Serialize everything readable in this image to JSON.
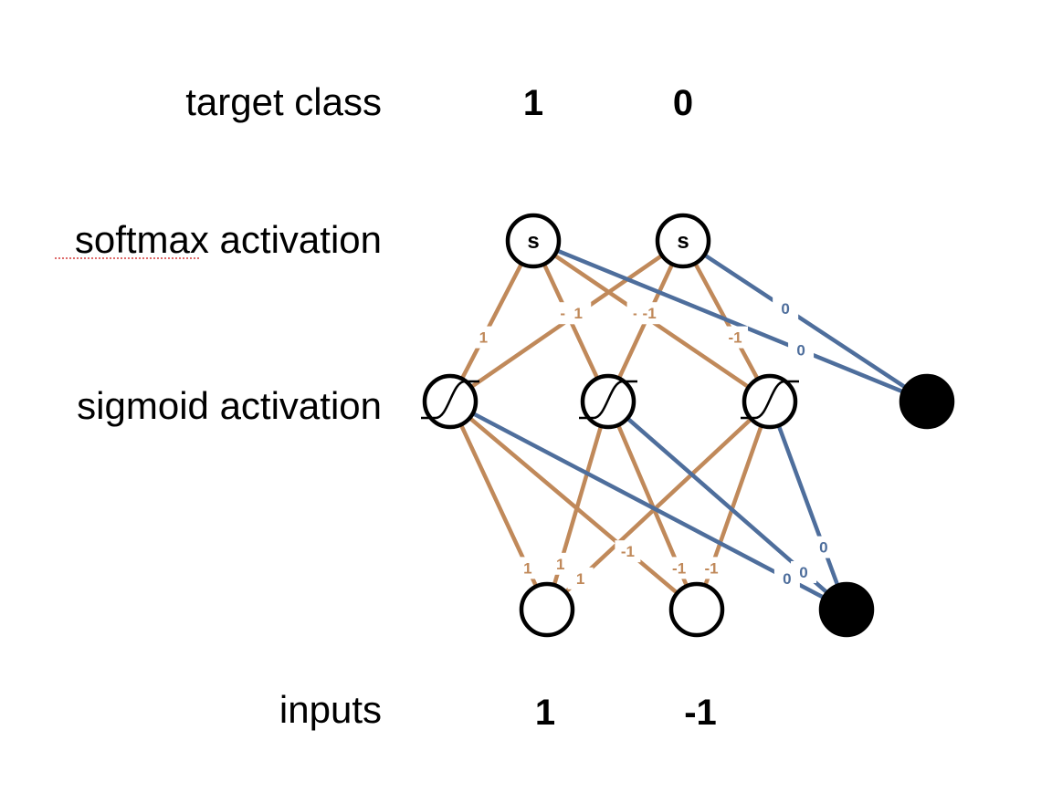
{
  "colors": {
    "weight_edge": "#c0895a",
    "bias_edge": "#4e6e9c",
    "node_stroke": "#000000",
    "node_fill": "#ffffff",
    "bias_node_fill": "#000000"
  },
  "rows": {
    "target": {
      "label": "target class",
      "values": [
        "1",
        "0"
      ]
    },
    "softmax": {
      "label": "softmax activation",
      "node_symbol": "s"
    },
    "sigmoid": {
      "label": "sigmoid activation"
    },
    "inputs": {
      "label": "inputs",
      "values": [
        "1",
        "-1"
      ]
    }
  },
  "hidden_to_output": {
    "weights": [
      {
        "from": "h1",
        "to": "o1",
        "value": "1"
      },
      {
        "from": "h2",
        "to": "o1",
        "value": "-1"
      },
      {
        "from": "h3",
        "to": "o1",
        "value": "-1"
      },
      {
        "from": "h1",
        "to": "o2",
        "value": "1"
      },
      {
        "from": "h2",
        "to": "o2",
        "value": "-1"
      },
      {
        "from": "h3",
        "to": "o2",
        "value": "-1"
      }
    ],
    "biases": [
      {
        "to": "o1",
        "value": "0"
      },
      {
        "to": "o2",
        "value": "0"
      }
    ]
  },
  "input_to_hidden": {
    "weights": [
      {
        "from": "i1",
        "to": "h1",
        "value": "1"
      },
      {
        "from": "i2",
        "to": "h1",
        "value": "-1"
      },
      {
        "from": "i1",
        "to": "h2",
        "value": "1"
      },
      {
        "from": "i2",
        "to": "h2",
        "value": "-1"
      },
      {
        "from": "i1",
        "to": "h3",
        "value": "1"
      },
      {
        "from": "i2",
        "to": "h3",
        "value": "-1"
      }
    ],
    "biases": [
      {
        "to": "h1",
        "value": "0"
      },
      {
        "to": "h2",
        "value": "0"
      },
      {
        "to": "h3",
        "value": "0"
      }
    ]
  }
}
